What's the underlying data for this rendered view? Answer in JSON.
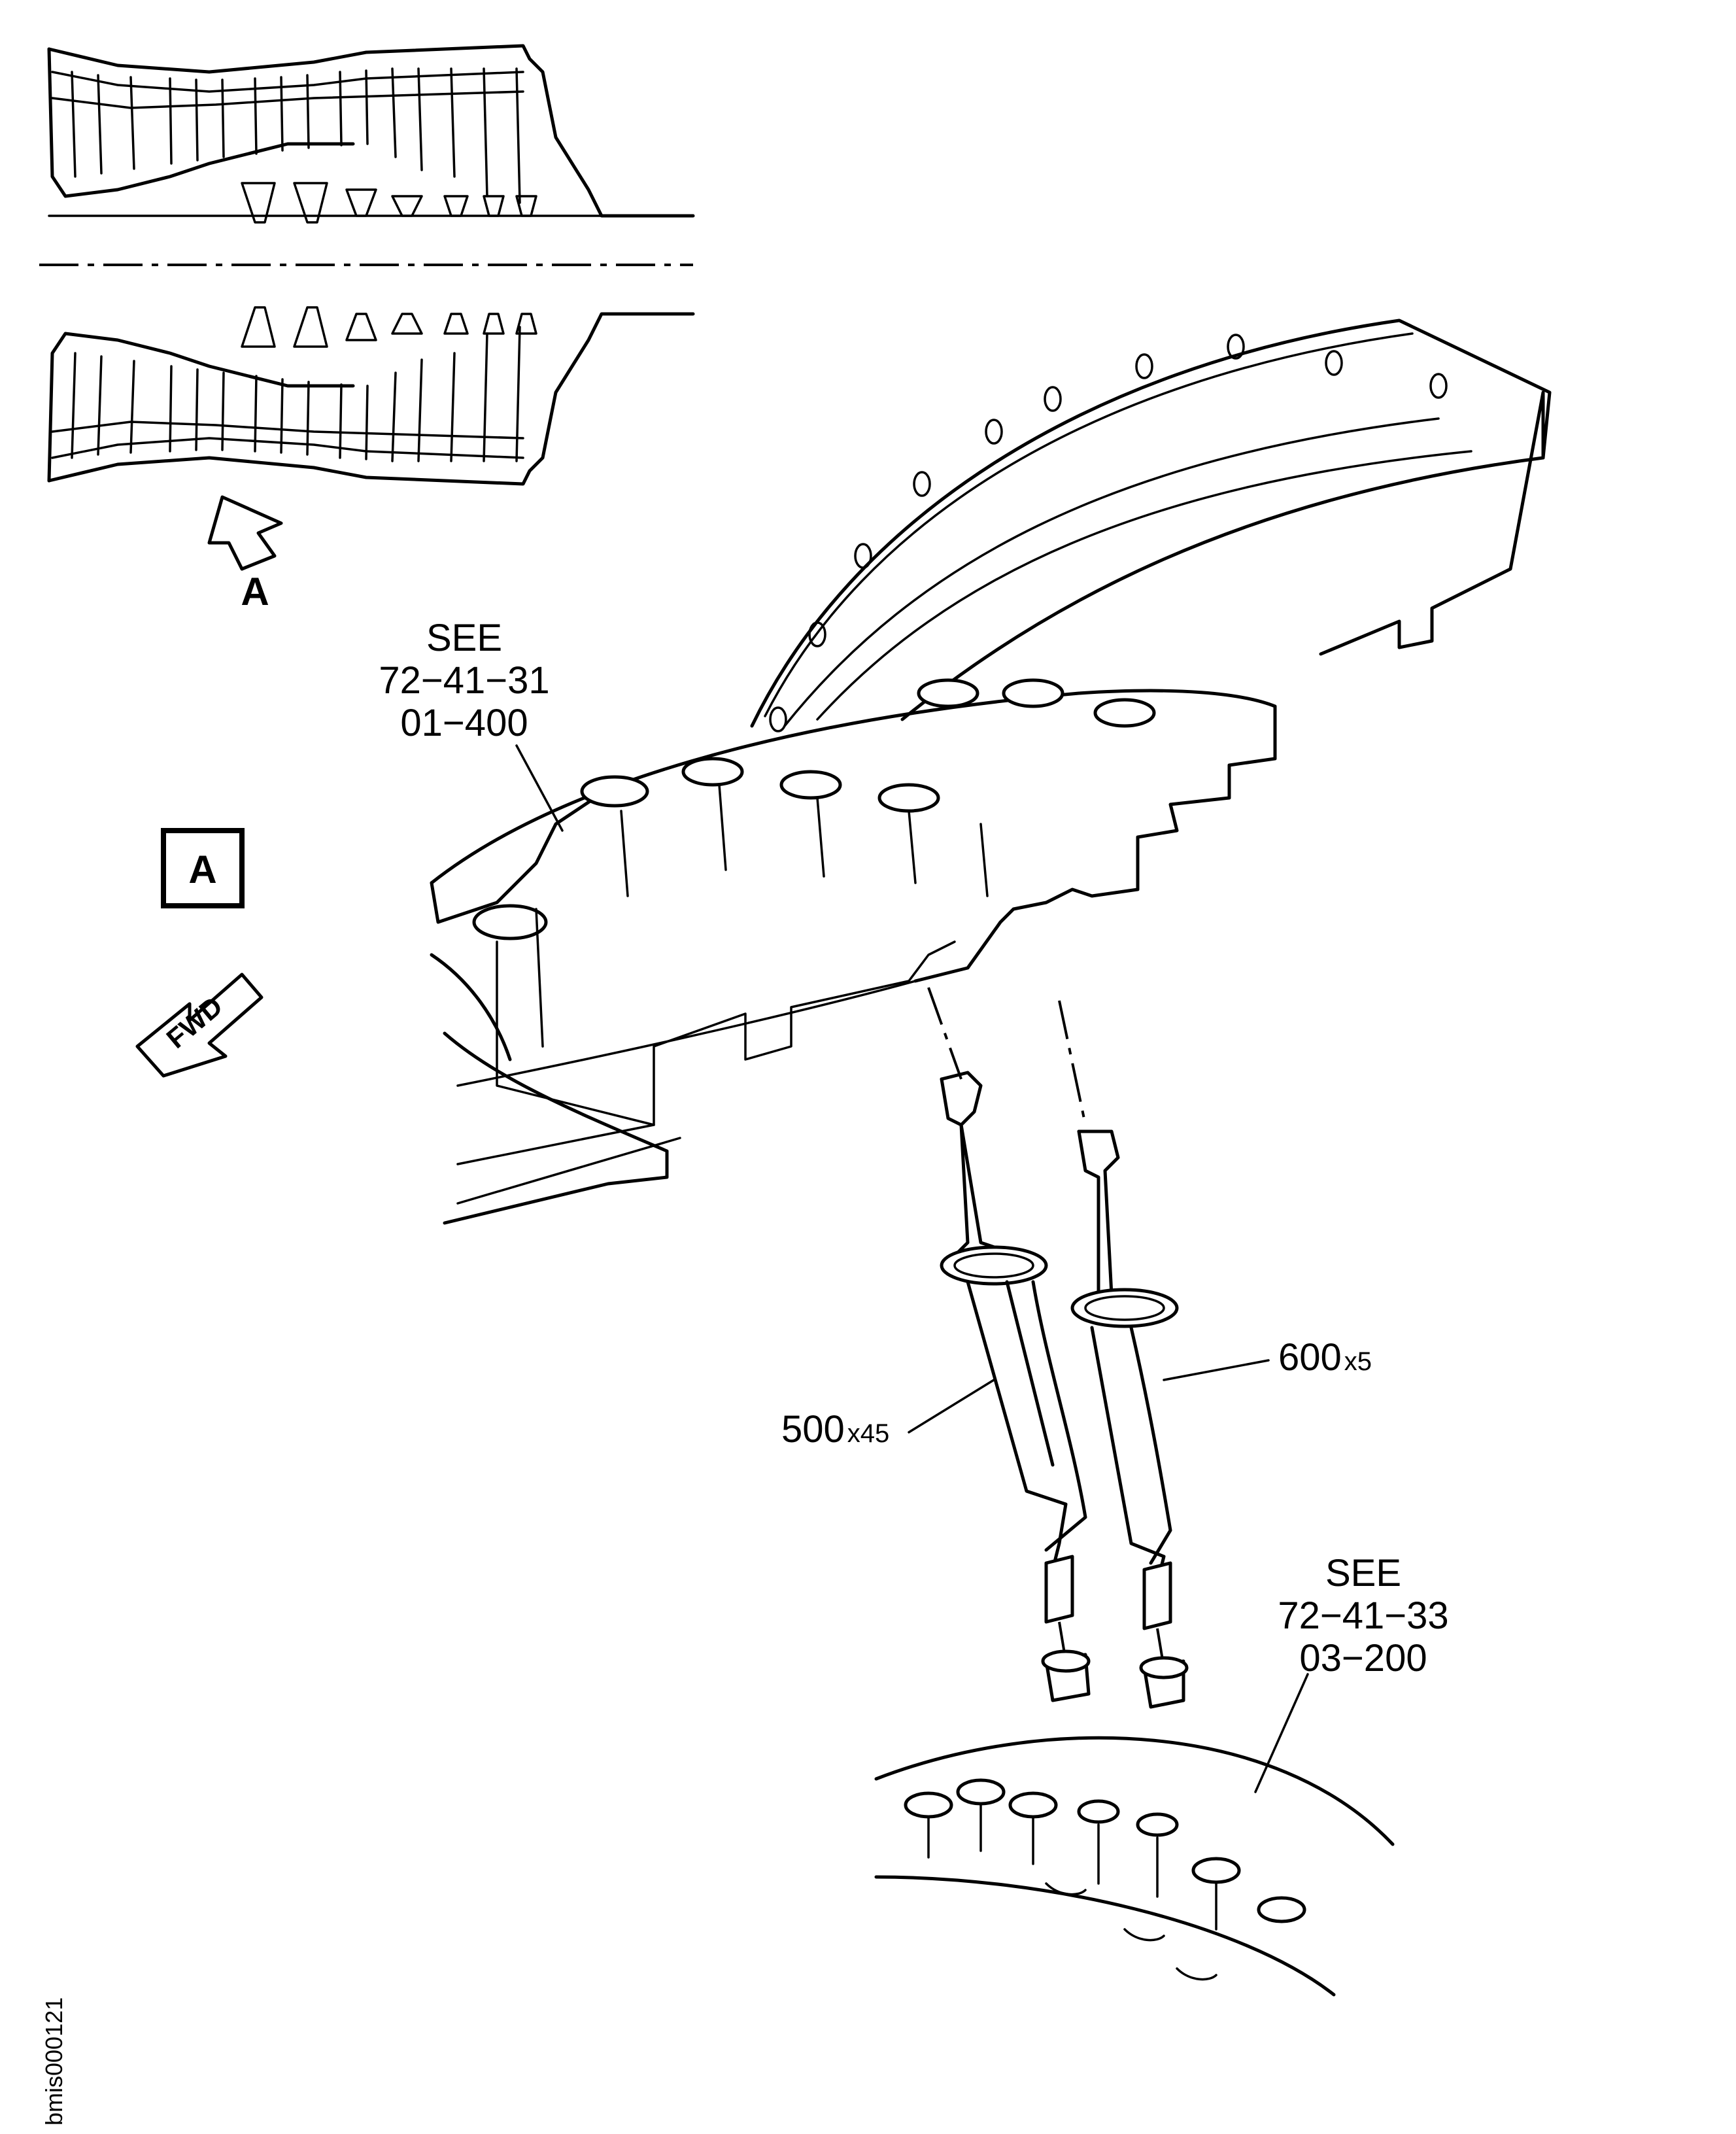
{
  "view_label": "A",
  "view_box_label": "A",
  "fwd_label": "FWD",
  "refs": [
    {
      "line1": "SEE",
      "line2": "72−41−31",
      "line3": "01−400"
    },
    {
      "line1": "SEE",
      "line2": "72−41−33",
      "line3": "03−200"
    }
  ],
  "callouts": [
    {
      "item": "500",
      "qty": "x45"
    },
    {
      "item": "600",
      "qty": "x5"
    }
  ],
  "drawing_id": "bmis000121"
}
